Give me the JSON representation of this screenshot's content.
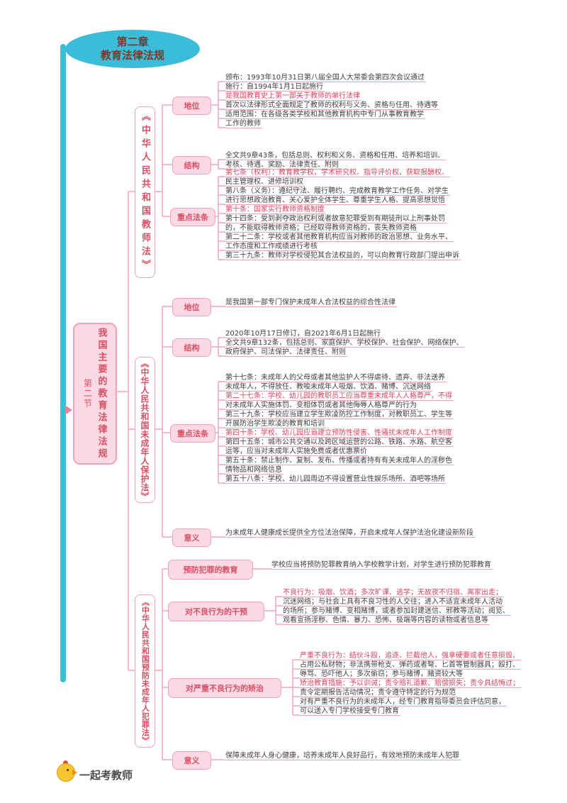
{
  "colors": {
    "cyan": "#3bbdd9",
    "pink_border": "#f2a3ba",
    "pink_fill": "#fbd9e4",
    "red": "#d94f63",
    "text": "#404040",
    "chapter_text": "#7b382a"
  },
  "chapter": {
    "line1": "第二章",
    "line2": "教育法律法规"
  },
  "section": {
    "tag": "第二节",
    "title": "我国主要的教育法律法规"
  },
  "branches": [
    {
      "label": "《中华人民共和国教师法》",
      "subs": [
        {
          "label": "地位",
          "lines": [
            "颁布：1993年10月31日第八届全国人大常委会第四次会议通过",
            "施行：自1994年1月1日起施行",
            "是我国教育史上第一部关于教师的单行法律",
            "首次以法律形式全面规定了教师的权利与义务、资格与任用、待遇等",
            "适用范围：在各级各类学校和其他教育机构中专门从事教育教学",
            "工作的教师"
          ]
        },
        {
          "label": "结构",
          "lines": [
            "全文共9章43条，包括总则、权利和义务、资格和任用、培养和培训、",
            "考核、待遇、奖励、法律责任、附则"
          ]
        },
        {
          "label": "重点法条",
          "lines": [
            "第七条（权利）：教育教学权、学术研究权、指导评价权、获取报酬权、",
            "民主管理权、进修培训权",
            "第八条（义务）：遵纪守法、履行聘约、完成教育教学工作任务、对学生",
            "进行思想政治教育、关心爱护全体学生、尊重学生人格、提高思想觉悟",
            "第十条：国家实行教师资格制度",
            "第十四条：受到剥夺政治权利或者故意犯罪受到有期徒刑以上刑事处罚",
            "的，不能取得教师资格；已经取得教师资格的，丧失教师资格",
            "第二十二条：学校或者其他教育机构应当对教师的政治思想、业务水平、",
            "工作态度和工作成绩进行考核",
            "第三十九条：教师对学校侵犯其合法权益的，可以向教育行政部门提出申诉"
          ]
        }
      ]
    },
    {
      "label": "《中华人民共和国未成年人保护法》",
      "subs": [
        {
          "label": "地位",
          "lines": [
            "是我国第一部专门保护未成年人合法权益的综合性法律"
          ]
        },
        {
          "label": "结构",
          "lines": [
            "2020年10月17日修订，自2021年6月1日起施行",
            "全文共9章132条，包括总则、家庭保护、学校保护、社会保护、网络保护、",
            "政府保护、司法保护、法律责任、附则"
          ]
        },
        {
          "label": "重点法条",
          "lines": [
            "第十七条：未成年人的父母或者其他监护人不得虐待、遗弃、非法送养",
            "未成年人，不得放任、教唆未成年人吸烟、饮酒、赌博、沉迷网络",
            "第二十七条：学校、幼儿园的教职员工应当尊重未成年人人格尊严，不得",
            "对未成年人实施体罚、变相体罚或者其他侮辱人格尊严的行为",
            "第三十九条：学校应当建立学生欺凌防控工作制度，对教职员工、学生等",
            "开展防治学生欺凌的教育和培训",
            "第四十条：学校、幼儿园应当建立预防性侵害、性骚扰未成年人工作制度",
            "第四十五条：城市公共交通以及跨区域运营的公路、铁路、水路、航空客",
            "运等，应当对未成年人实施免费或者优惠票价",
            "第五十条：禁止制作、复制、发布、传播或者持有有关未成年人的淫秽色",
            "情物品和网络信息",
            "第五十八条：学校、幼儿园周边不得设置营业性娱乐场所、酒吧等场所"
          ]
        },
        {
          "label": "意义",
          "lines": [
            "为未成年人健康成长提供全方位法治保障，开启未成年人保护法治化建设新阶段"
          ]
        }
      ]
    },
    {
      "label": "《中华人民共和国预防未成年人犯罪法》",
      "subs": [
        {
          "label": "预防犯罪的教育",
          "lines": [
            "学校应当将预防犯罪教育纳入学校教学计划，对学生进行预防犯罪教育"
          ]
        },
        {
          "label": "对不良行为的干预",
          "lines": [
            "不良行为：吸烟、饮酒；多次旷课、逃学；无故夜不归宿、离家出走；",
            "沉迷网络；与社会上具有不良习性的人交往；进入不适宜未成年人活动",
            "的场所；参与赌博、变相赌博，或者参加封建迷信、邪教等活动；阅览、",
            "观看宣扬淫秽、色情、暴力、恐怖、极端等内容的读物或者信息等"
          ]
        },
        {
          "label": "对严重不良行为的矫治",
          "lines": [
            "严重不良行为：结伙斗殴，追逐、拦截他人，强拿硬要或者任意损毁、",
            "占用公私财物；非法携带枪支、弹药或者弩、匕首等管制器具；殴打、",
            "辱骂、恐吓他人；多次偷窃；参与赌博，赌资较大等",
            "矫治教育措施：予以训诫；责令赔礼道歉、赔偿损失；责令具结悔过；",
            "责令定期报告活动情况；责令遵守特定的行为规范",
            "对有严重不良行为的未成年人，经专门教育指导委员会评估同意，",
            "可以送入专门学校接受专门教育"
          ]
        },
        {
          "label": "意义",
          "lines": [
            "保障未成年人身心健康，培养未成年人良好品行，有效地预防未成年人犯罪"
          ]
        }
      ]
    }
  ],
  "footer": {
    "brand": "一起考教师"
  }
}
